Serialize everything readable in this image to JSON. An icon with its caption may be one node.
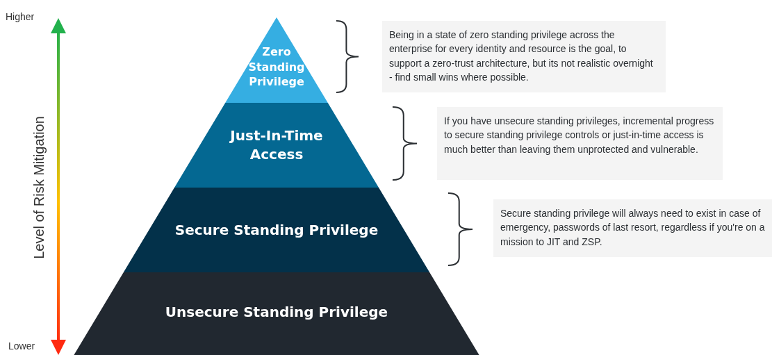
{
  "diagram": {
    "nodes": [
      {
        "text": [
          "Zero Standing Privilege"
        ]
      },
      {
        "text": [
          "Just-In-Time Access"
        ]
      },
      {
        "text": [
          "Secure Standing Privilege"
        ]
      },
      {
        "text": [
          "Unsecure Standing Privilege"
        ]
      },
      {
        "text": [
          "Being in a state of zero standing privilege across the enterprise for every identity and resource is the goal, to support a zero-trust architecture, but its not realistic overnight - find small wins where possible."
        ]
      },
      {
        "text": [
          "If you have unsecure standing privileges, incremental progress to secure standing privilege controls or just-in-time access is much better than leaving them unprotected and vulnerable."
        ]
      },
      {
        "text": [
          "Secure standing privilege will always need to exist in case of emergency, passwords of last resort, regardless if you're on a mission to JIT and ZSP."
        ]
      }
    ],
    "labels": [
      "Higher",
      "Level of Risk Mitigation",
      "Lower"
    ]
  }
}
